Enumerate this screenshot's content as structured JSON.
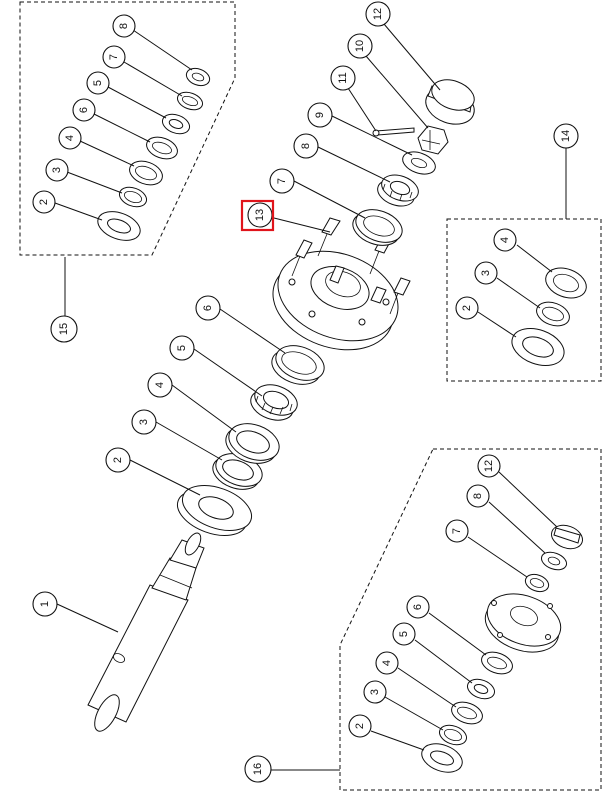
{
  "diagram": {
    "callouts": {
      "shaft": "1",
      "seal_main": "2",
      "race_inner_main": "3",
      "race_outer_main": "4",
      "bearing_inner_main": "5",
      "race_main_6": "6",
      "race_main_7": "7",
      "bearing_outer_main": "8",
      "washer_main": "9",
      "nut_main": "10",
      "cotter_pin_main": "11",
      "dust_cap_main": "12",
      "stud_bolts": "13",
      "kit_14": "14",
      "kit_15": "15",
      "kit_16": "16",
      "kit15_2": "2",
      "kit15_3": "3",
      "kit15_4": "4",
      "kit15_5": "5",
      "kit15_6": "6",
      "kit15_7": "7",
      "kit15_8": "8",
      "kit14_2": "2",
      "kit14_3": "3",
      "kit14_4": "4",
      "kit16_2": "2",
      "kit16_3": "3",
      "kit16_4": "4",
      "kit16_5": "5",
      "kit16_6": "6",
      "kit16_7": "7",
      "kit16_8": "8",
      "kit16_12": "12"
    },
    "highlight_color": "#e0141b"
  }
}
